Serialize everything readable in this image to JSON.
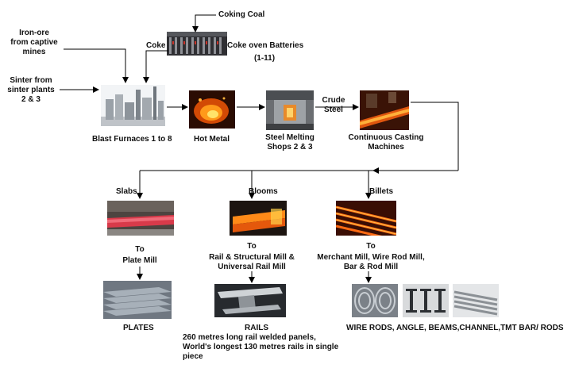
{
  "inputs": {
    "coking_coal": "Coking Coal",
    "coke": "Coke",
    "coke_oven": "Coke oven Batteries",
    "coke_oven_sub": "(1-11)",
    "iron_ore_1": "Iron-ore",
    "iron_ore_2": "from captive",
    "iron_ore_3": "mines",
    "sinter_1": "Sinter from",
    "sinter_2": "sinter plants",
    "sinter_3": "2 & 3"
  },
  "stages": {
    "blast_furnaces": "Blast Furnaces 1 to 8",
    "hot_metal": "Hot Metal",
    "sms_1": "Steel Melting",
    "sms_2": "Shops 2 & 3",
    "crude_1": "Crude",
    "crude_2": "Steel",
    "ccm_1": "Continuous Casting",
    "ccm_2": "Machines"
  },
  "products": {
    "slabs": "Slabs",
    "blooms": "Blooms",
    "billets": "Billets",
    "slabs_to_1": "To",
    "slabs_to_2": "Plate Mill",
    "blooms_to_1": "To",
    "blooms_to_2": "Rail & Structural Mill &",
    "blooms_to_3": "Universal Rail Mill",
    "billets_to_1": "To",
    "billets_to_2": "Merchant Mill, Wire Rod Mill,",
    "billets_to_3": "Bar & Rod Mill"
  },
  "outputs": {
    "plates": "PLATES",
    "rails": "RAILS",
    "rails_note_1": "260 metres long rail welded panels,",
    "rails_note_2": "World's longest 130 metres rails in single",
    "rails_note_3": "piece",
    "wire_rods": "WIRE RODS, ANGLE, BEAMS,CHANNEL,TMT BAR/ RODS"
  }
}
